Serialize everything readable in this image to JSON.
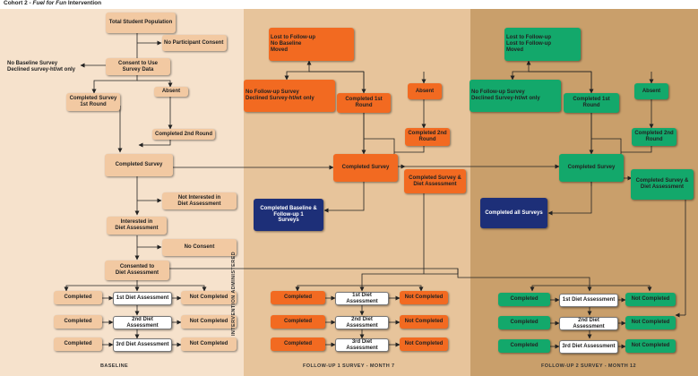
{
  "title": {
    "prefix": "Cohort 2 - ",
    "italic": "Fuel for Fun",
    "suffix": " Intervention"
  },
  "bands": {
    "baseline": "Baseline",
    "intervention": "Intervention Administered",
    "followup1": "Follow-up 1 Survey - Month 7",
    "followup2": "Follow-up 2 Survey - Month 12"
  },
  "baseline": {
    "total": "Total Student Population",
    "no_participant_consent": "No Participant Consent",
    "consent_to_use": "Consent to Use\nSurvey Data",
    "no_baseline": "No Baseline Survey\nDeclined survey-ht/wt only",
    "completed_1st": "Completed Survey\n1st Round",
    "absent": "Absent",
    "completed_2nd": "Completed 2nd Round",
    "completed_survey": "Completed Survey",
    "not_interested": "Not Interested in\nDiet Assessment",
    "interested": "Interested in\nDiet Assessment",
    "no_consent": "No Consent",
    "consented": "Consented to\nDiet Assessment",
    "completed_1": "Completed",
    "diet1": "1st Diet Assessment",
    "not_completed_1": "Not Completed",
    "completed_2": "Completed",
    "diet2": "2nd Diet Assessment",
    "not_completed_2": "Not Completed",
    "completed_3": "Completed",
    "diet3": "3rd Diet Assessment",
    "not_completed_3": "Not Completed"
  },
  "followup1": {
    "lost": "Lost to Follow-up\nNo Baseline\nMoved",
    "no_followup": "No Follow-up Survey\nDeclined Survey-ht/wt only",
    "completed_1st": "Completed 1st Round",
    "absent": "Absent",
    "completed_2nd": "Completed 2nd Round",
    "completed_survey": "Completed Survey",
    "completed_survey_diet": "Completed Survey &\nDiet Assessment",
    "completed_baseline": "Completed Baseline &\nFollow-up 1\nSurveys",
    "completed_1": "Completed",
    "diet1": "1st Diet Assessment",
    "not_completed_1": "Not Completed",
    "completed_2": "Completed",
    "diet2": "2nd Diet Assessment",
    "not_completed_2": "Not Completed",
    "completed_3": "Completed",
    "diet3": "3rd Diet Assessment",
    "not_completed_3": "Not Completed"
  },
  "followup2": {
    "lost": "Lost to Follow-up\nLost to Follow-up\nMoved",
    "no_followup": "No Follow-up Survey\nDeclined Survey-ht/wt only",
    "completed_1st": "Completed 1st Round",
    "absent": "Absent",
    "completed_2nd": "Completed 2nd Round",
    "completed_survey": "Completed Survey",
    "completed_survey_diet": "Completed Survey &\nDiet Assessment",
    "completed_all": "Completed all Surveys",
    "completed_1": "Completed",
    "diet1": "1st Diet Assessment",
    "not_completed_1": "Not Completed",
    "completed_2": "Completed",
    "diet2": "2nd Diet Assessment",
    "not_completed_2": "Not Completed",
    "completed_3": "Completed",
    "diet3": "3rd Diet Assessment",
    "not_completed_3": "Not Completed"
  },
  "colors": {
    "baseline_band": "#f6e2cc",
    "followup1_band": "#e7c49b",
    "followup2_band": "#c99f6b",
    "baseline_node": "#f2c9a2",
    "followup1_node": "#f26a21",
    "followup2_node": "#13a86b",
    "completed_all_node": "#1d2f78"
  }
}
